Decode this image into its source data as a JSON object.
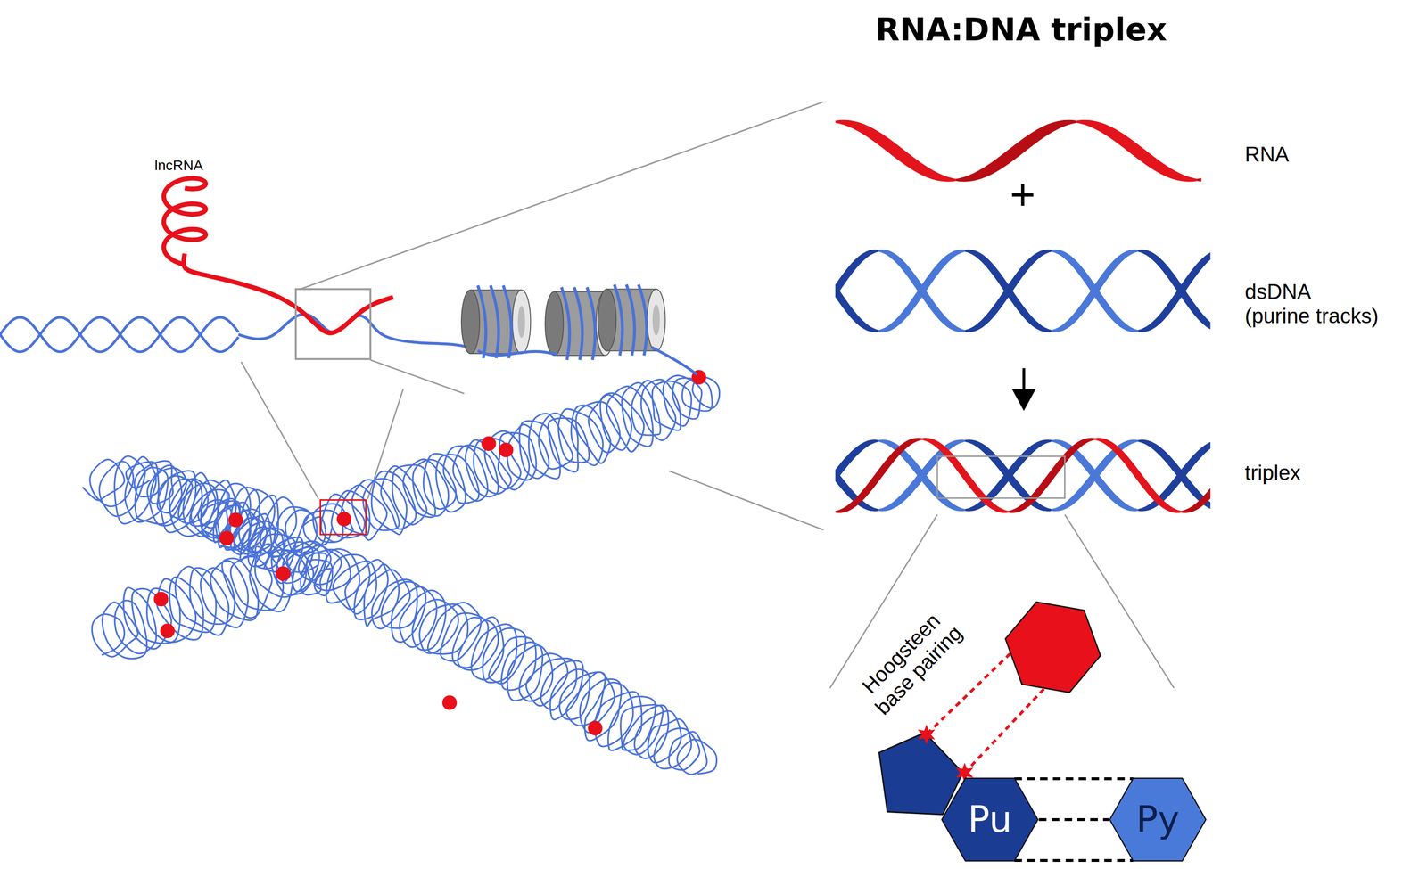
{
  "diagram": {
    "title": "RNA:DNA triplex",
    "nodes": [
      {
        "text": [
          "Pu"
        ]
      },
      {
        "text": [
          "Py"
        ]
      }
    ],
    "edges": [
      {
        "from": 0,
        "to": 1,
        "arrow": "none"
      }
    ],
    "labels": [
      "lncRNA",
      "RNA",
      "+",
      "dsDNA (purine tracks)",
      "triplex",
      "Hoogsteen base pairing"
    ]
  }
}
